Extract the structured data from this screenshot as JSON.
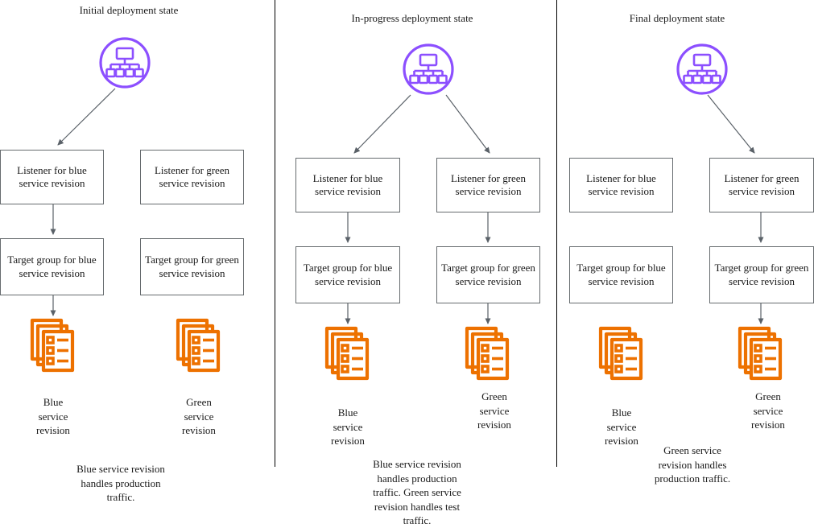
{
  "diagram": {
    "title_type": "blue-green-deployment-states",
    "colors": {
      "load_balancer_purple": "#8C4FFF",
      "service_orange": "#ED7100",
      "box_border": "#666B6E",
      "connector_gray": "#5A6168",
      "divider_black": "#000000",
      "background": "#FFFFFF"
    }
  },
  "panels": [
    {
      "id": "initial",
      "title": "Initial deployment state",
      "load_balancer": {
        "icon": "load-balancer-icon",
        "label": ""
      },
      "blue": {
        "listener": "Listener for blue service revision",
        "target_group": "Target group for blue service revision",
        "service_icon": "service-revision-icon",
        "service_label": "Blue\nservice\nrevision",
        "service_label_lines": [
          "Blue",
          "service",
          "revision"
        ]
      },
      "green": {
        "listener": "Listener for green service revision",
        "target_group": "Target group for green service revision",
        "service_icon": "service-revision-icon",
        "service_label_lines": [
          "Green",
          "service",
          "revision"
        ]
      },
      "note_lines": [
        "Blue service revision",
        "handles production",
        "traffic."
      ],
      "note": "Blue service revision handles production traffic."
    },
    {
      "id": "in-progress",
      "title": "In-progress deployment state",
      "load_balancer": {
        "icon": "load-balancer-icon",
        "label": ""
      },
      "blue": {
        "listener": "Listener for blue service revision",
        "target_group": "Target group for blue service revision",
        "service_icon": "service-revision-icon",
        "service_label_lines": [
          "Blue",
          "service",
          "revision"
        ]
      },
      "green": {
        "listener": "Listener for green service revision",
        "target_group": "Target group for green service revision",
        "service_icon": "service-revision-icon",
        "service_label_lines": [
          "Green",
          "service",
          "revision"
        ]
      },
      "note_lines": [
        "Blue service revision",
        "handles production",
        "traffic. Green service",
        "revision handles test",
        "traffic."
      ],
      "note": "Blue service revision handles production traffic. Green service revision handles test traffic."
    },
    {
      "id": "final",
      "title": "Final deployment state",
      "load_balancer": {
        "icon": "load-balancer-icon",
        "label": ""
      },
      "blue": {
        "listener": "Listener for blue service revision",
        "target_group": "Target group for blue service revision",
        "service_icon": "service-revision-icon",
        "service_label_lines": [
          "Blue",
          "service",
          "revision"
        ]
      },
      "green": {
        "listener": "Listener for green service revision",
        "target_group": "Target group for green service revision",
        "service_icon": "service-revision-icon",
        "service_label_lines": [
          "Green",
          "service",
          "revision"
        ]
      },
      "note_lines": [
        "Green service",
        "revision handles",
        "production traffic."
      ],
      "note": "Green service revision handles production traffic."
    }
  ]
}
